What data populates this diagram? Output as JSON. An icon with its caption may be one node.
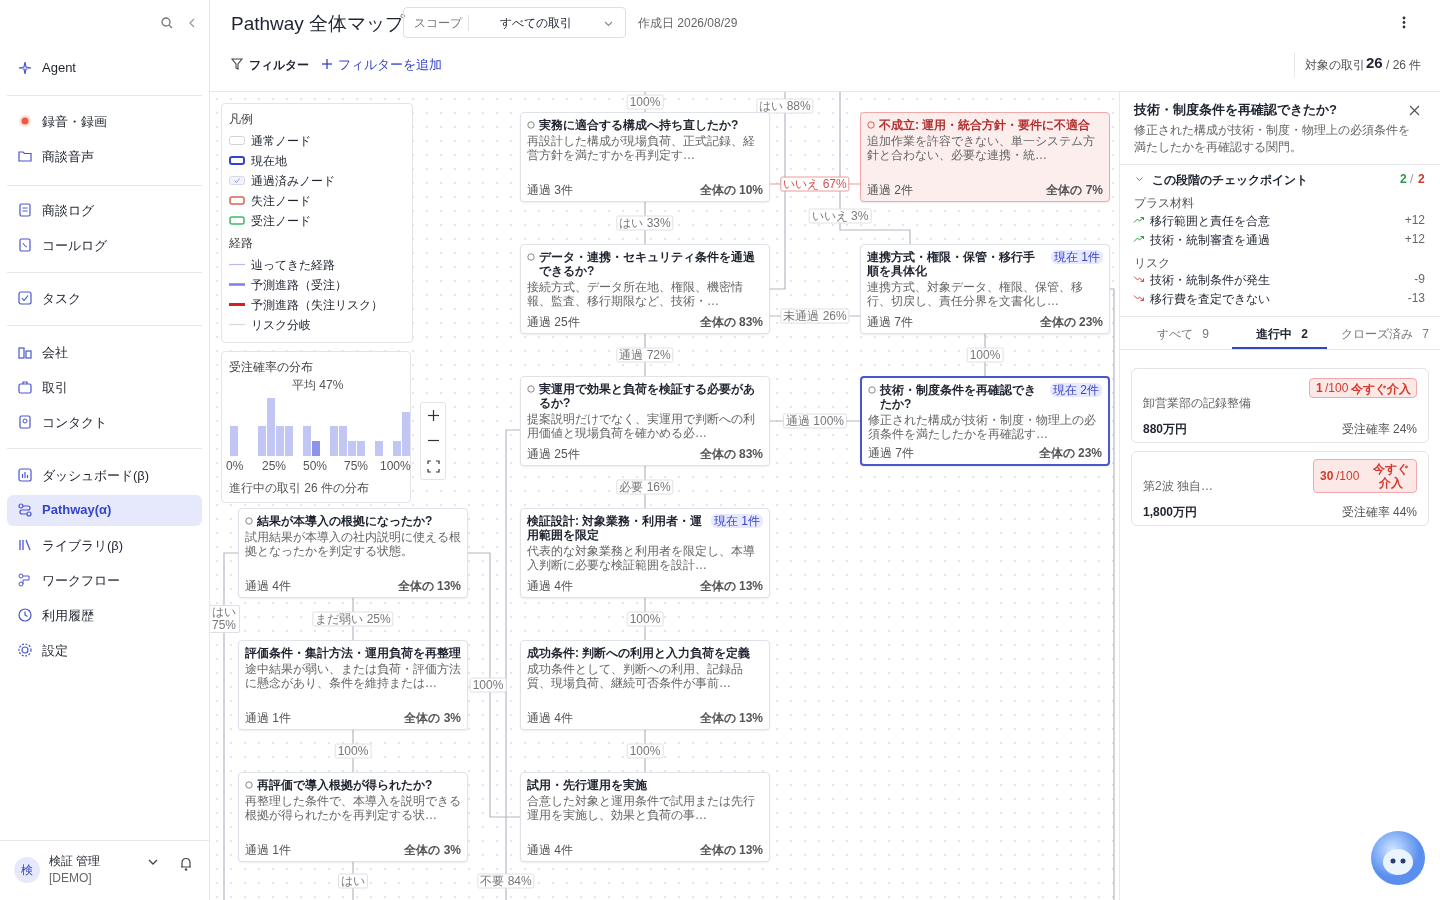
{
  "diagram": {
    "title": "Pathway 全体マップ",
    "nodes": [
      {
        "text": [
          "実務に適合する構成へ持ち直したか?",
          "再設計した構成が現場負荷、正式記録、経営方針を満たすかを再判定す…",
          "通過 3件",
          "全体の 10%"
        ]
      },
      {
        "text": [
          "データ・連携・セキュリティ条件を通過できるか?",
          "接続方式、データ所在地、権限、機密情報、監査、移行期限など、技術・…",
          "通過 25件",
          "全体の 83%"
        ]
      },
      {
        "text": [
          "不成立: 運用・統合方針・要件に不適合",
          "追加作業を許容できない、単一システム方針と合わない、必要な連携・統…",
          "通過 2件",
          "全体の 7%"
        ]
      },
      {
        "text": [
          "連携方式・権限・保管・移行手順を具体化",
          "現在 1件",
          "連携方式、対象データ、権限、保管、移行、切戻し、責任分界を文書化し…",
          "通過 7件",
          "全体の 23%"
        ]
      },
      {
        "text": [
          "技術・制度条件を再確認できたか?",
          "現在 2件",
          "修正された構成が技術・制度・物理上の必須条件を満たしたかを再確認す…",
          "通過 7件",
          "全体の 23%"
        ]
      },
      {
        "text": [
          "実運用で効果と負荷を検証する必要があるか?",
          "提案説明だけでなく、実運用で判断への利用価値と現場負荷を確かめる必…",
          "通過 25件",
          "全体の 83%"
        ]
      },
      {
        "text": [
          "検証設計: 対象業務・利用者・運用範囲を限定",
          "現在 1件",
          "代表的な対象業務と利用者を限定し、本導入判断に必要な検証範囲を設計…",
          "通過 4件",
          "全体の 13%"
        ]
      },
      {
        "text": [
          "成功条件: 判断への利用と入力負荷を定義",
          "成功条件として、判断への利用、記録品質、現場負荷、継続可否条件が事前…",
          "通過 4件",
          "全体の 13%"
        ]
      },
      {
        "text": [
          "試用・先行運用を実施",
          "合意した対象と運用条件で試用または先行運用を実施し、効果と負荷の事…",
          "通過 4件",
          "全体の 13%"
        ]
      },
      {
        "text": [
          "結果が本導入の根拠になったか?",
          "試用結果が本導入の社内説明に使える根拠となったかを判定する状態。",
          "通過 4件",
          "全体の 13%"
        ]
      },
      {
        "text": [
          "評価条件・集計方法・運用負荷を再整理",
          "途中結果が弱い、または負荷・評価方法に懸念があり、条件を維持または…",
          "通過 1件",
          "全体の 3%"
        ]
      },
      {
        "text": [
          "再評価で導入根拠が得られたか?",
          "再整理した条件で、本導入を説明できる根拠が得られたかを再判定する状…",
          "通過 1件",
          "全体の 3%"
        ]
      }
    ],
    "edges": [
      {
        "from": null,
        "to": 1,
        "arrow": "none",
        "label": "はい 88%"
      },
      {
        "from": null,
        "to": 0,
        "arrow": "none",
        "label": "100%"
      },
      {
        "from": null,
        "to": 3,
        "arrow": "none",
        "label": "いいえ 3%"
      },
      {
        "from": 0,
        "to": 1,
        "arrow": "none",
        "label": "はい 33%"
      },
      {
        "from": 0,
        "to": 2,
        "arrow": "none",
        "label": "いいえ 67%",
        "color": "#e89a9a"
      },
      {
        "from": 1,
        "to": 3,
        "arrow": "none",
        "label": "未通過 26%"
      },
      {
        "from": 1,
        "to": 5,
        "arrow": "none",
        "label": "通過 72%"
      },
      {
        "from": 3,
        "to": 4,
        "arrow": "none",
        "label": "100%"
      },
      {
        "from": 3,
        "to": null,
        "arrow": "none"
      },
      {
        "from": 4,
        "to": 5,
        "arrow": "none",
        "label": "通過 100%"
      },
      {
        "from": 5,
        "to": 6,
        "arrow": "none",
        "label": "必要 16%"
      },
      {
        "from": 5,
        "to": null,
        "arrow": "none",
        "label": "不要 84%"
      },
      {
        "from": 6,
        "to": 7,
        "arrow": "none",
        "label": "100%"
      },
      {
        "from": 7,
        "to": 8,
        "arrow": "none",
        "label": "100%"
      },
      {
        "from": 8,
        "to": 9,
        "arrow": "none",
        "label": "100%"
      },
      {
        "from": 9,
        "to": 10,
        "arrow": "none",
        "label": "まだ弱い 25%"
      },
      {
        "from": 9,
        "to": null,
        "arrow": "none",
        "label": "はい 75%"
      },
      {
        "from": 10,
        "to": 11,
        "arrow": "none",
        "label": "100%"
      },
      {
        "from": 11,
        "to": null,
        "arrow": "none",
        "label": "はい"
      }
    ],
    "labels": [
      "Agent",
      "録音・録画",
      "商談音声",
      "商談ログ",
      "コールログ",
      "タスク",
      "会社",
      "取引",
      "コンタクト",
      "ダッシュボード(β)",
      "Pathway(α)",
      "ライブラリ(β)",
      "ワークフロー",
      "利用履歴",
      "設定",
      "検",
      "検証 管理",
      "[DEMO]",
      "スコープ",
      "すべての取引",
      "作成日 2026/08/29",
      "フィルター",
      "フィルターを追加",
      "対象の取引",
      "26",
      "/ 26 件",
      "凡例",
      "経路",
      "受注確率の分布",
      "平均 47%",
      "0%",
      "25%",
      "50%",
      "75%",
      "100%",
      "進行中の取引 26 件の分布",
      "技術・制度条件を再確認できたか?",
      "修正された構成が技術・制度・物理上の必須条件を満たしたかを再確認する関門。",
      "この段階のチェックポイント",
      "2",
      "/",
      "2",
      "プラス材料",
      "移行範囲と責任を合意",
      "+12",
      "技術・統制審査を通過",
      "+12",
      "リスク",
      "技術・統制条件が発生",
      "-9",
      "移行費を査定できない",
      "-13",
      "すべて 9",
      "進行中 2",
      "クローズ済み 7",
      "卸営業部の記録整備",
      "1",
      "/100",
      "今すぐ介入",
      "880万円",
      "受注確率 24%",
      "第2波 独自…",
      "30",
      "/100",
      "今すぐ介入",
      "1,800万円",
      "受注確率 44%"
    ],
    "legend": [
      {
        "text": "通常ノード"
      },
      {
        "text": "現在地"
      },
      {
        "text": "通過済みノード"
      },
      {
        "text": "失注ノード"
      },
      {
        "text": "受注ノード"
      },
      {
        "text": "辿ってきた経路"
      },
      {
        "text": "予測進路（受注）"
      },
      {
        "text": "予測進路（失注リスク）"
      },
      {
        "text": "リスク分岐"
      }
    ]
  }
}
